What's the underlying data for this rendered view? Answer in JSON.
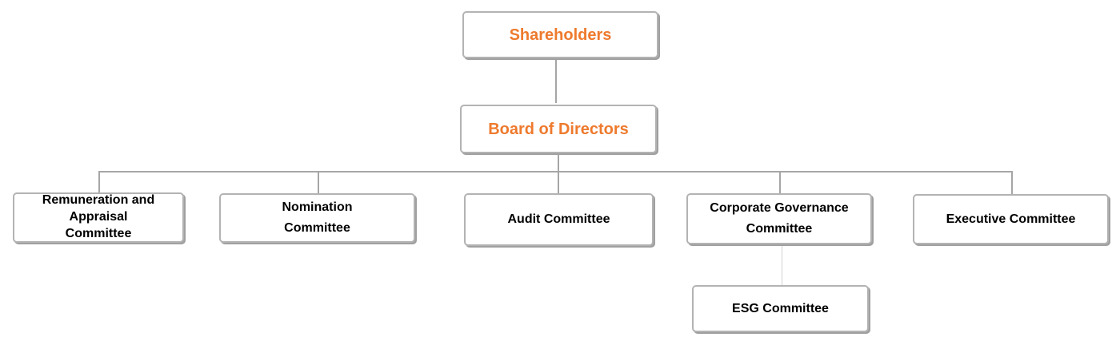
{
  "org_chart": {
    "root": "Shareholders",
    "board": "Board of Directors",
    "committees": [
      "Remuneration and\nAppraisal\nCommittee",
      "Nomination\nCommittee",
      "Audit Committee",
      "Corporate Governance\nCommittee",
      "Executive Committee"
    ],
    "sub_committee": "ESG Committee"
  },
  "colors": {
    "accent": "#ee7a2d",
    "border": "#b3b3b3",
    "connector": "#a6a6a6",
    "text": "#000000"
  }
}
